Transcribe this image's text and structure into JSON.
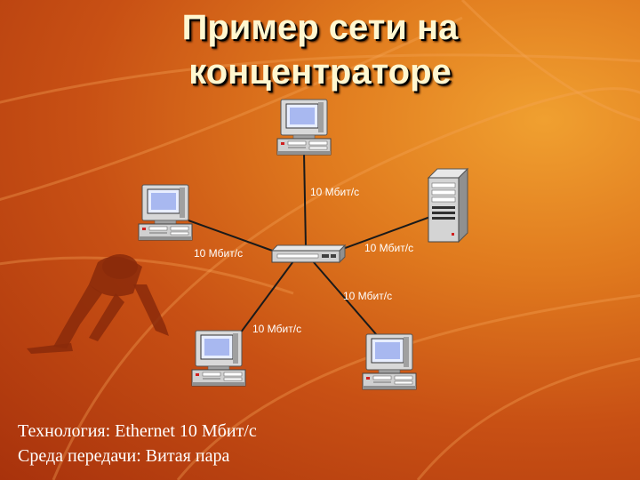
{
  "slide": {
    "title_line1": "Пример сети на",
    "title_line2": "концентраторе",
    "footer_technology": "Технология: Ethernet 10 Мбит/с",
    "footer_medium": "Среда передачи: Витая пара"
  },
  "links": {
    "top_pc": "10 Мбит/с",
    "left_pc": "10 Мбит/с",
    "server": "10 Мбит/с",
    "bottom_right_pc": "10 Мбит/с",
    "bottom_left_pc": "10 Мбит/с"
  },
  "icons": {
    "workstation": "desktop-computer-icon",
    "server": "tower-server-icon",
    "hub": "network-hub-icon",
    "runner": "sprinter-silhouette"
  },
  "colors": {
    "background": "#d2601a",
    "title": "#fff7d0",
    "cable": "#1a1a1a",
    "text": "#ffffff"
  }
}
